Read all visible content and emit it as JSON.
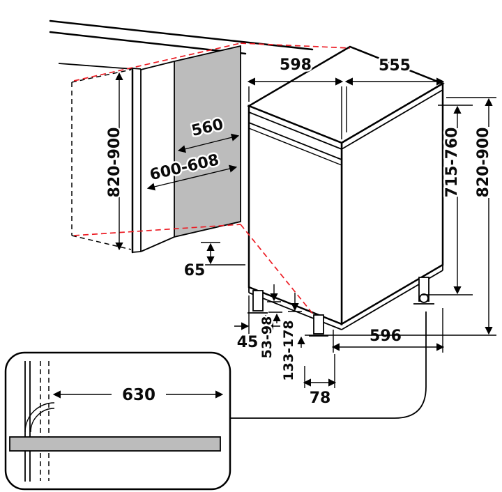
{
  "diagram": {
    "type": "dishwasher-built-in-installation-drawing",
    "labels": {
      "top_width": "598",
      "top_depth": "555",
      "panel_depth": "560",
      "niche_width": "600-608",
      "niche_height_left": "820-900",
      "appliance_height": "715-760",
      "overall_height_right": "820-900",
      "clearance_under": "65",
      "foot_offset": "45",
      "foot_range_small": "53-98",
      "foot_range_large": "133-178",
      "base_depth": "596",
      "plinth_gap": "78",
      "plinth_width": "630"
    },
    "colors": {
      "line": "#000000",
      "projection_red": "#ec1c24",
      "panel_gray": "#bcbcbc",
      "background": "#ffffff"
    }
  }
}
